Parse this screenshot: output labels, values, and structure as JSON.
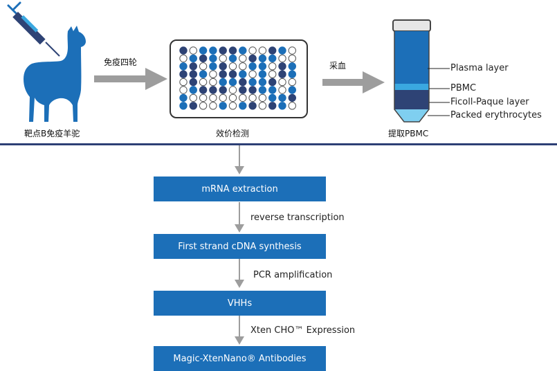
{
  "top": {
    "alpaca_caption": "靶点B免疫羊驼",
    "arrow1_label": "免疫四轮",
    "plate_caption": "效价检测",
    "arrow2_label": "采血",
    "tube_caption": "提取PBMC",
    "tube_layers": [
      "Plasma layer",
      "PBMC",
      "Ficoll-Paque layer",
      "Packed erythrocytes"
    ]
  },
  "flow": {
    "steps": [
      "mRNA extraction",
      "First strand cDNA synthesis",
      "VHHs",
      "Magic-XtenNano® Antibodies"
    ],
    "transitions": [
      "reverse transcription",
      "PCR  amplification",
      "Xten CHO™  Expression"
    ]
  },
  "colors": {
    "brand_blue": "#1c6fb8",
    "dark_navy": "#2e4375",
    "light_blue": "#3aa8e0",
    "divider": "#2d3f75",
    "arrow_gray": "#9d9d9d"
  }
}
